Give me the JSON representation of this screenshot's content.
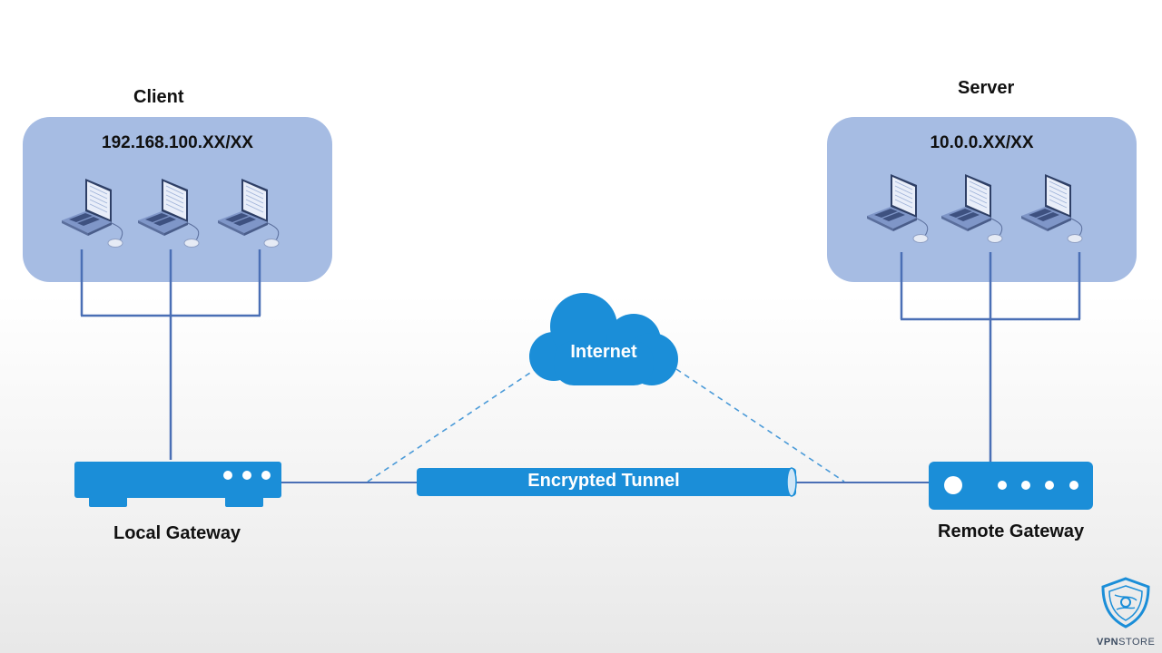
{
  "client": {
    "title": "Client",
    "subnet": "192.168.100.XX/XX"
  },
  "server": {
    "title": "Server",
    "subnet": "10.0.0.XX/XX"
  },
  "internet": {
    "label": "Internet"
  },
  "tunnel": {
    "label": "Encrypted Tunnel"
  },
  "local_gateway": {
    "label": "Local Gateway"
  },
  "remote_gateway": {
    "label": "Remote Gateway"
  },
  "logo": {
    "brand_bold": "VPN",
    "brand_light": "STORE"
  },
  "colors": {
    "zone": "#a6bce3",
    "network_line": "#4a6fb5",
    "device_blue": "#1d8fdc",
    "dashed": "#4a9ad8"
  },
  "icons": [
    "laptop-icon",
    "router-icon",
    "cloud-icon",
    "shield-logo-icon"
  ]
}
